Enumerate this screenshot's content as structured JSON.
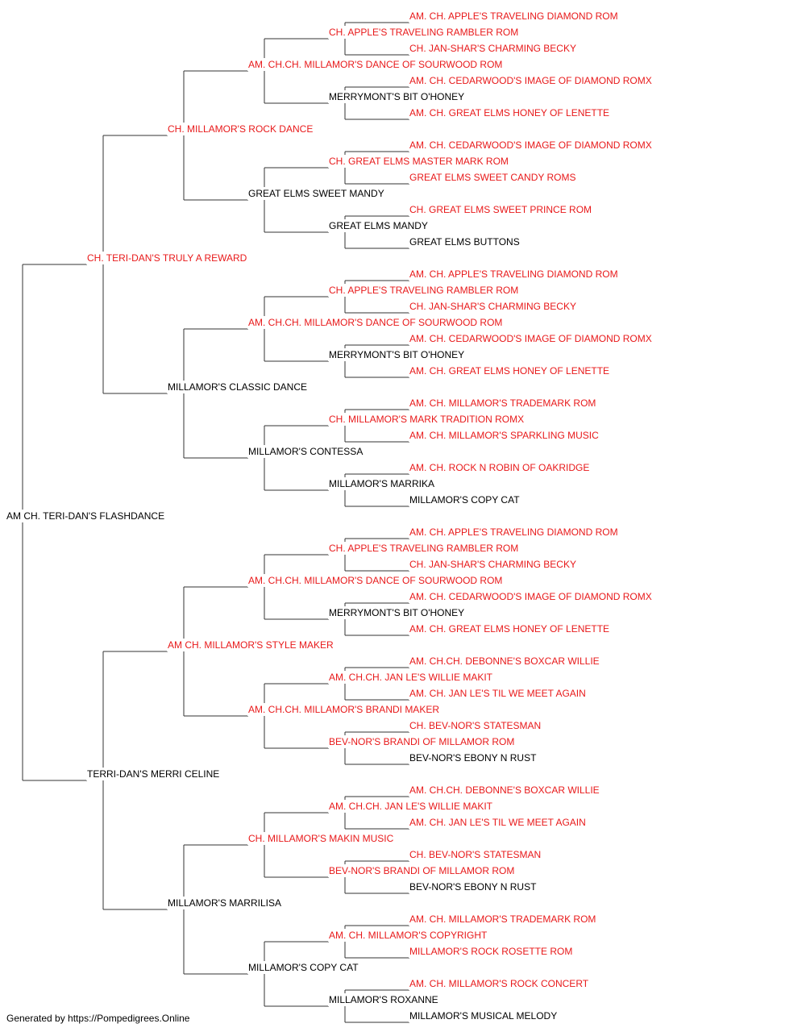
{
  "colors": {
    "champion": "#e8191a",
    "plain": "#000000",
    "lines": "#333333"
  },
  "pedigree": {
    "name": "AM CH. TERI-DAN'S FLASHDANCE",
    "ch": false,
    "sire": {
      "name": "CH. TERI-DAN'S TRULY A REWARD",
      "ch": true,
      "sire": {
        "name": "CH. MILLAMOR'S ROCK DANCE",
        "ch": true,
        "sire": {
          "name": "AM. CH.CH. MILLAMOR'S DANCE OF SOURWOOD ROM",
          "ch": true,
          "sire": {
            "name": "CH. APPLE'S TRAVELING RAMBLER ROM",
            "ch": true,
            "sire": {
              "name": "AM. CH. APPLE'S TRAVELING DIAMOND ROM",
              "ch": true
            },
            "dam": {
              "name": "CH. JAN-SHAR'S CHARMING BECKY",
              "ch": true
            }
          },
          "dam": {
            "name": "MERRYMONT'S BIT O'HONEY",
            "ch": false,
            "sire": {
              "name": "AM. CH. CEDARWOOD'S IMAGE OF DIAMOND ROMX",
              "ch": true
            },
            "dam": {
              "name": "AM. CH. GREAT ELMS HONEY OF LENETTE",
              "ch": true
            }
          }
        },
        "dam": {
          "name": "GREAT ELMS SWEET MANDY",
          "ch": false,
          "sire": {
            "name": "CH. GREAT ELMS MASTER MARK ROM",
            "ch": true,
            "sire": {
              "name": "AM. CH. CEDARWOOD'S IMAGE OF DIAMOND ROMX",
              "ch": true
            },
            "dam": {
              "name": "GREAT ELMS SWEET CANDY ROMS",
              "ch": true
            }
          },
          "dam": {
            "name": "GREAT ELMS MANDY",
            "ch": false,
            "sire": {
              "name": "CH. GREAT ELMS SWEET PRINCE ROM",
              "ch": true
            },
            "dam": {
              "name": "GREAT ELMS BUTTONS",
              "ch": false
            }
          }
        }
      },
      "dam": {
        "name": "MILLAMOR'S CLASSIC DANCE",
        "ch": false,
        "sire": {
          "name": "AM. CH.CH. MILLAMOR'S DANCE OF SOURWOOD ROM",
          "ch": true,
          "sire": {
            "name": "CH. APPLE'S TRAVELING RAMBLER ROM",
            "ch": true,
            "sire": {
              "name": "AM. CH. APPLE'S TRAVELING DIAMOND ROM",
              "ch": true
            },
            "dam": {
              "name": "CH. JAN-SHAR'S CHARMING BECKY",
              "ch": true
            }
          },
          "dam": {
            "name": "MERRYMONT'S BIT O'HONEY",
            "ch": false,
            "sire": {
              "name": "AM. CH. CEDARWOOD'S IMAGE OF DIAMOND ROMX",
              "ch": true
            },
            "dam": {
              "name": "AM. CH. GREAT ELMS HONEY OF LENETTE",
              "ch": true
            }
          }
        },
        "dam": {
          "name": "MILLAMOR'S CONTESSA",
          "ch": false,
          "sire": {
            "name": "CH. MILLAMOR'S MARK TRADITION ROMX",
            "ch": true,
            "sire": {
              "name": "AM. CH. MILLAMOR'S TRADEMARK ROM",
              "ch": true
            },
            "dam": {
              "name": "AM. CH. MILLAMOR'S SPARKLING MUSIC",
              "ch": true
            }
          },
          "dam": {
            "name": "MILLAMOR'S MARRIKA",
            "ch": false,
            "sire": {
              "name": "AM. CH. ROCK N ROBIN OF OAKRIDGE",
              "ch": true
            },
            "dam": {
              "name": "MILLAMOR'S COPY CAT",
              "ch": false
            }
          }
        }
      }
    },
    "dam": {
      "name": "TERRI-DAN'S MERRI CELINE",
      "ch": false,
      "sire": {
        "name": "AM CH. MILLAMOR'S STYLE MAKER",
        "ch": true,
        "sire": {
          "name": "AM. CH.CH. MILLAMOR'S DANCE OF SOURWOOD ROM",
          "ch": true,
          "sire": {
            "name": "CH. APPLE'S TRAVELING RAMBLER ROM",
            "ch": true,
            "sire": {
              "name": "AM. CH. APPLE'S TRAVELING DIAMOND ROM",
              "ch": true
            },
            "dam": {
              "name": "CH. JAN-SHAR'S CHARMING BECKY",
              "ch": true
            }
          },
          "dam": {
            "name": "MERRYMONT'S BIT O'HONEY",
            "ch": false,
            "sire": {
              "name": "AM. CH. CEDARWOOD'S IMAGE OF DIAMOND ROMX",
              "ch": true
            },
            "dam": {
              "name": "AM. CH. GREAT ELMS HONEY OF LENETTE",
              "ch": true
            }
          }
        },
        "dam": {
          "name": "AM. CH.CH. MILLAMOR'S BRANDI MAKER",
          "ch": true,
          "sire": {
            "name": "AM. CH.CH. JAN LE'S WILLIE MAKIT",
            "ch": true,
            "sire": {
              "name": "AM. CH.CH. DEBONNE'S BOXCAR WILLIE",
              "ch": true
            },
            "dam": {
              "name": "AM. CH. JAN LE'S TIL WE MEET AGAIN",
              "ch": true
            }
          },
          "dam": {
            "name": "BEV-NOR'S BRANDI OF MILLAMOR ROM",
            "ch": true,
            "sire": {
              "name": "CH. BEV-NOR'S STATESMAN",
              "ch": true
            },
            "dam": {
              "name": "BEV-NOR'S EBONY N RUST",
              "ch": false
            }
          }
        }
      },
      "dam": {
        "name": "MILLAMOR'S MARRILISA",
        "ch": false,
        "sire": {
          "name": "CH. MILLAMOR'S MAKIN MUSIC",
          "ch": true,
          "sire": {
            "name": "AM. CH.CH. JAN LE'S WILLIE MAKIT",
            "ch": true,
            "sire": {
              "name": "AM. CH.CH. DEBONNE'S BOXCAR WILLIE",
              "ch": true
            },
            "dam": {
              "name": "AM. CH. JAN LE'S TIL WE MEET AGAIN",
              "ch": true
            }
          },
          "dam": {
            "name": "BEV-NOR'S BRANDI OF MILLAMOR ROM",
            "ch": true,
            "sire": {
              "name": "CH. BEV-NOR'S STATESMAN",
              "ch": true
            },
            "dam": {
              "name": "BEV-NOR'S EBONY N RUST",
              "ch": false
            }
          }
        },
        "dam": {
          "name": "MILLAMOR'S COPY CAT",
          "ch": false,
          "sire": {
            "name": "AM. CH. MILLAMOR'S COPYRIGHT",
            "ch": true,
            "sire": {
              "name": "AM. CH. MILLAMOR'S TRADEMARK ROM",
              "ch": true
            },
            "dam": {
              "name": "MILLAMOR'S ROCK ROSETTE ROM",
              "ch": true
            }
          },
          "dam": {
            "name": "MILLAMOR'S ROXANNE",
            "ch": false,
            "sire": {
              "name": "AM. CH. MILLAMOR'S ROCK CONCERT",
              "ch": true
            },
            "dam": {
              "name": "MILLAMOR'S MUSICAL MELODY",
              "ch": false
            }
          }
        }
      }
    }
  },
  "footer": {
    "text": "Generated by https://Pompedigrees.Online"
  }
}
